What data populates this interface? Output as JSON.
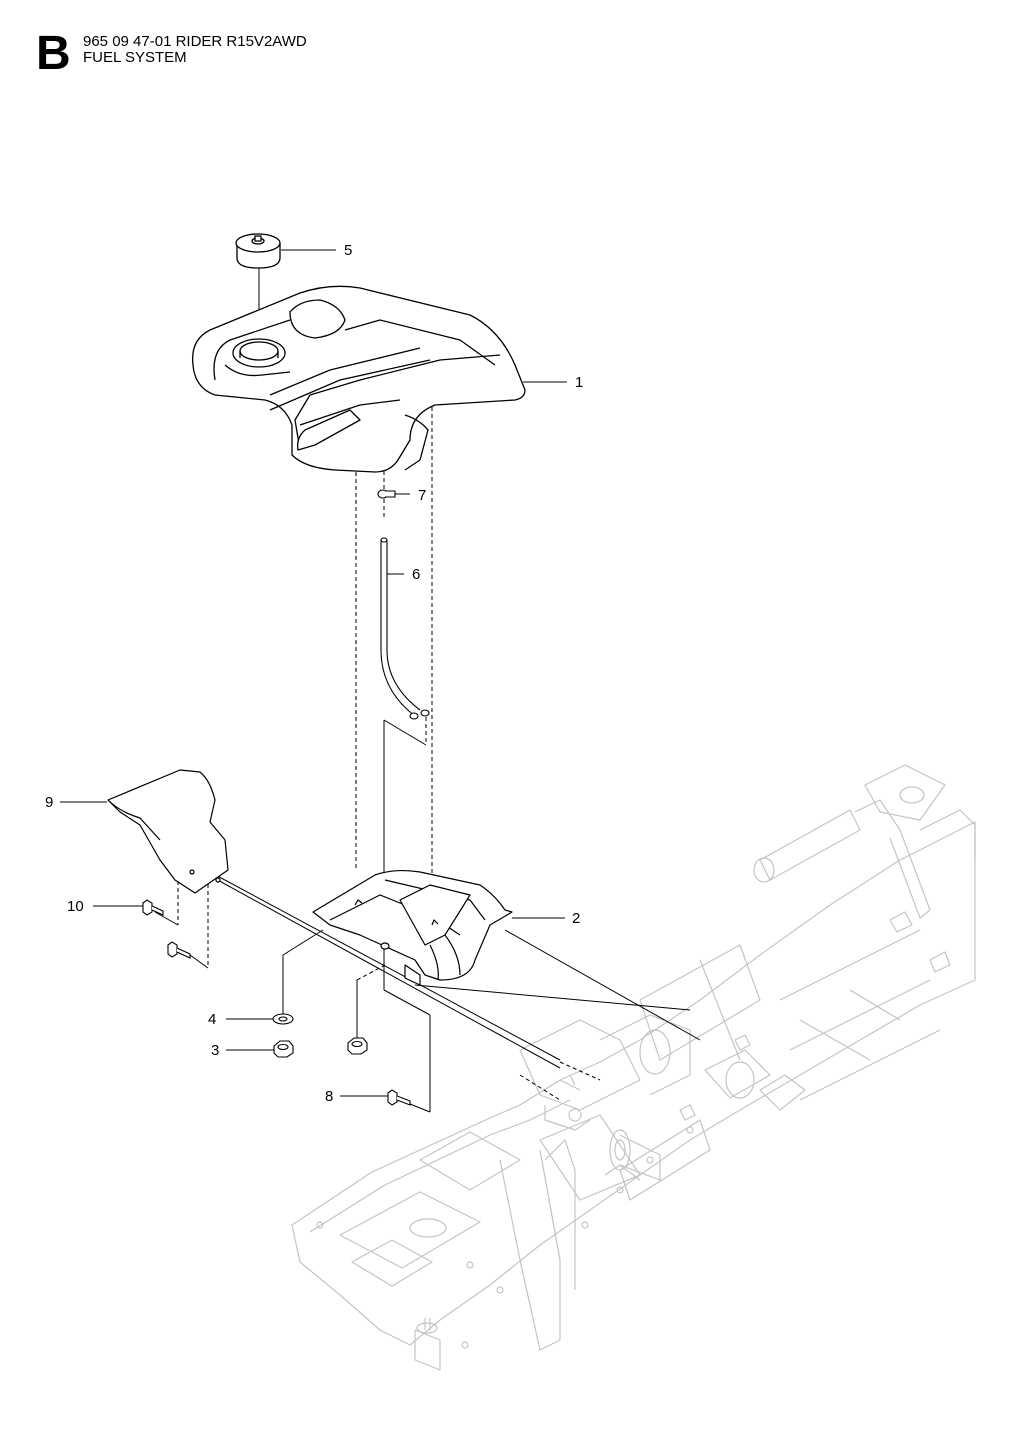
{
  "header": {
    "section_letter": "B",
    "model_line": "965 09 47-01 RIDER R15V2AWD",
    "system_line": "FUEL SYSTEM"
  },
  "callouts": [
    {
      "number": "1",
      "part": "fuel-tank"
    },
    {
      "number": "2",
      "part": "tank-bracket"
    },
    {
      "number": "3",
      "part": "nut"
    },
    {
      "number": "4",
      "part": "washer"
    },
    {
      "number": "5",
      "part": "fuel-cap"
    },
    {
      "number": "6",
      "part": "fuel-hose"
    },
    {
      "number": "7",
      "part": "hose-clamp"
    },
    {
      "number": "8",
      "part": "bolt"
    },
    {
      "number": "9",
      "part": "fuel-shield"
    },
    {
      "number": "10",
      "part": "bolt"
    }
  ]
}
